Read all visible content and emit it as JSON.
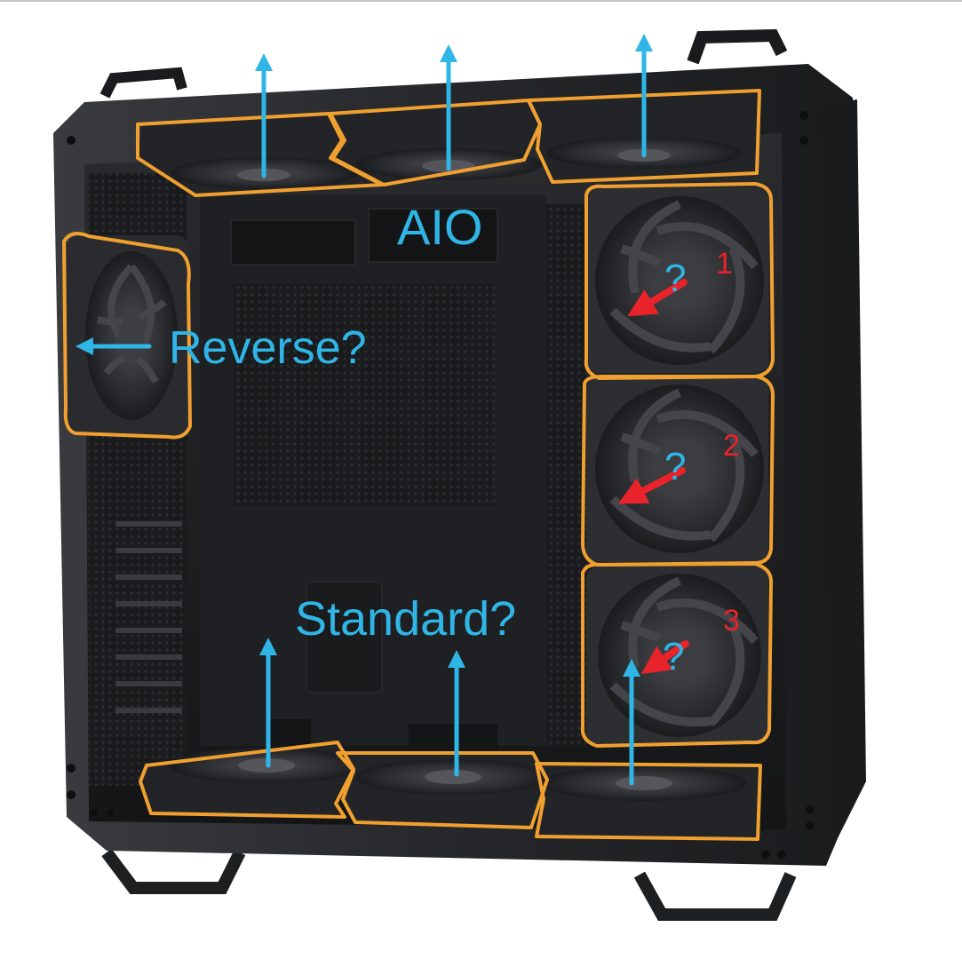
{
  "labels": {
    "aio": "AIO",
    "reverse": "Reverse?",
    "standard": "Standard?",
    "question": "?"
  },
  "side_fans": [
    {
      "number": "1"
    },
    {
      "number": "2"
    },
    {
      "number": "3"
    }
  ],
  "colors": {
    "outline": "#f0a030",
    "airflow_arrow": "#2fb6e6",
    "direction_arrow": "#e8232a",
    "case_body": "#1c1d1f",
    "case_frame": "#2a2b2e",
    "background": "#ffffff"
  },
  "icons": {
    "airflow_arrow": "arrow-up-icon",
    "direction_arrow": "arrow-down-left-icon",
    "fan": "fan-icon"
  }
}
